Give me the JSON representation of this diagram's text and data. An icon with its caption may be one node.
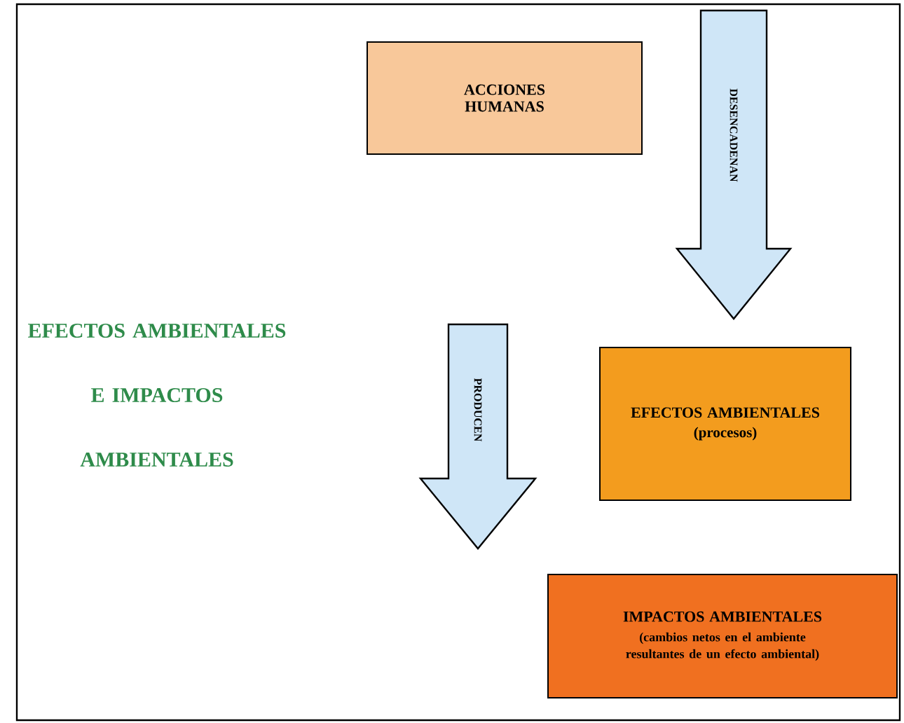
{
  "diagram": {
    "title": "EFECTOS AMBIENTALES E IMPACTOS AMBIENTALES",
    "nodes": [
      {
        "text": [
          "ACCIONES HUMANAS"
        ]
      },
      {
        "text": [
          "EFECTOS AMBIENTALES",
          "(procesos)"
        ]
      },
      {
        "text": [
          "IMPACTOS AMBIENTALES",
          "(cambios netos en el ambiente resultantes de un efecto ambiental)"
        ]
      }
    ],
    "edges": [
      {
        "from": 0,
        "to": 1,
        "arrow": "to",
        "label": "DESENCADENAN"
      },
      {
        "from": 1,
        "to": 2,
        "arrow": "to",
        "label": "PRODUCEN"
      }
    ]
  }
}
